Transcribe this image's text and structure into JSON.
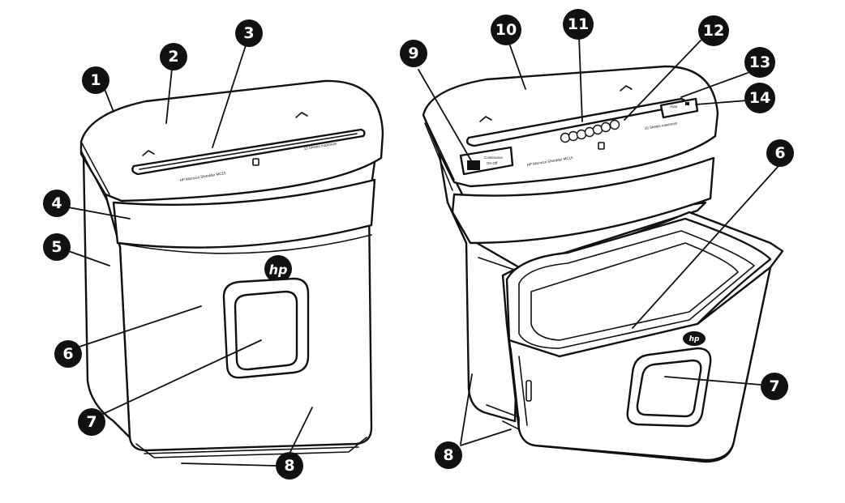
{
  "figure": {
    "left_view": {
      "callouts": [
        "1",
        "2",
        "3",
        "4",
        "5",
        "6",
        "7",
        "8"
      ]
    },
    "right_view": {
      "callouts": [
        "9",
        "10",
        "11",
        "12",
        "13",
        "14",
        "6",
        "7",
        "8"
      ]
    }
  },
  "colors": {
    "ink": "#111111",
    "paper": "#ffffff"
  }
}
